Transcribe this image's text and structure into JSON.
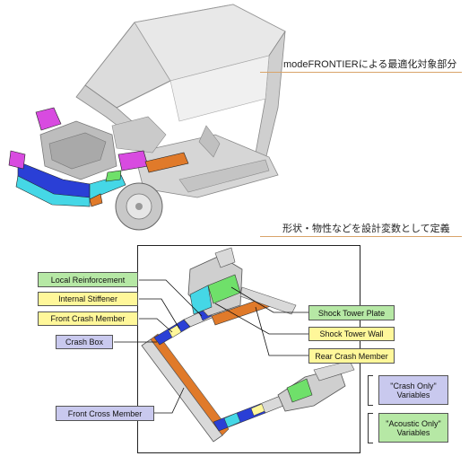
{
  "captions": {
    "top": "modeFRONTIERによる最適化対象部分",
    "bottom": "形状・物性などを設計変数として定義"
  },
  "labels": {
    "local_reinforcement": "Local Reinforcement",
    "internal_stiffener": "Internal Stiffener",
    "front_crash_member": "Front Crash Member",
    "crash_box": "Crash Box",
    "front_cross_member": "Front Cross Member",
    "shock_tower_plate": "Shock Tower Plate",
    "shock_tower_wall": "Shock Tower Wall",
    "rear_crash_member": "Rear Crash Member"
  },
  "legend": {
    "crash_only_line1": "\"Crash Only\"",
    "crash_only_line2": "Variables",
    "acoustic_only_line1": "\"Acoustic Only\"",
    "acoustic_only_line2": "Variables"
  },
  "colors": {
    "label_green": "#b6e8a5",
    "label_yellow": "#fff79a",
    "label_blue": "#c9c9ee",
    "caption_rule": "#d9a46a",
    "part_blue": "#2a3fd6",
    "part_cyan": "#45d7e6",
    "part_magenta": "#d84be0",
    "part_orange": "#e07a2a",
    "part_green": "#6fe06a"
  }
}
